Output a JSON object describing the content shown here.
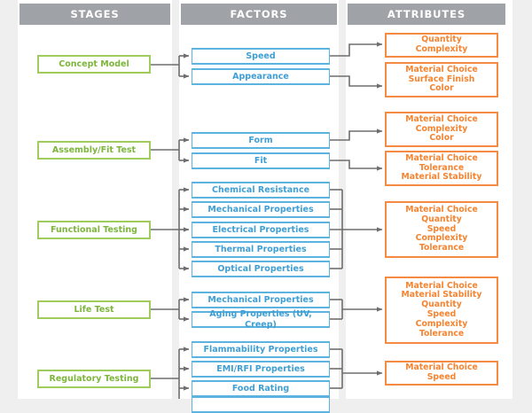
{
  "columns": {
    "stages": "STAGES",
    "factors": "FACTORS",
    "attributes": "ATTRIBUTES"
  },
  "colors": {
    "background": "#efefef",
    "panel": "#ffffff",
    "header_bar": "#9fa3a7",
    "header_text": "#ffffff",
    "stage_border": "#9fcc5d",
    "stage_text": "#7cb63a",
    "factor_border": "#5cb3e0",
    "factor_text": "#3f9fd4",
    "attribute_border": "#f58b42",
    "attribute_text": "#f58431",
    "connector": "#6e6e6e"
  },
  "rows": [
    {
      "stage": "Concept Model",
      "factors": [
        "Speed",
        "Appearance"
      ],
      "attributes": [
        [
          "Quantity",
          "Complexity"
        ],
        [
          "Material Choice",
          "Surface Finish",
          "Color"
        ]
      ]
    },
    {
      "stage": "Assembly/Fit Test",
      "factors": [
        "Form",
        "Fit"
      ],
      "attributes": [
        [
          "Material Choice",
          "Complexity",
          "Color"
        ],
        [
          "Material Choice",
          "Tolerance",
          "Material Stability"
        ]
      ]
    },
    {
      "stage": "Functional Testing",
      "factors": [
        "Chemical Resistance",
        "Mechanical Properties",
        "Electrical Properties",
        "Thermal Properties",
        "Optical Properties"
      ],
      "attributes": [
        [
          "Material Choice",
          "Quantity",
          "Speed",
          "Complexity",
          "Tolerance"
        ]
      ]
    },
    {
      "stage": "Life Test",
      "factors": [
        "Mechanical Properties",
        "Aging Properties (UV, Creep)"
      ],
      "attributes": [
        [
          "Material Choice",
          "Material Stability",
          "Quantity",
          "Speed",
          "Complexity",
          "Tolerance"
        ]
      ]
    },
    {
      "stage": "Regulatory Testing",
      "factors": [
        "Flammability Properties",
        "EMI/RFI Properties",
        "Food Rating",
        ""
      ],
      "attributes": [
        [
          "Material Choice",
          "Speed"
        ]
      ]
    }
  ]
}
